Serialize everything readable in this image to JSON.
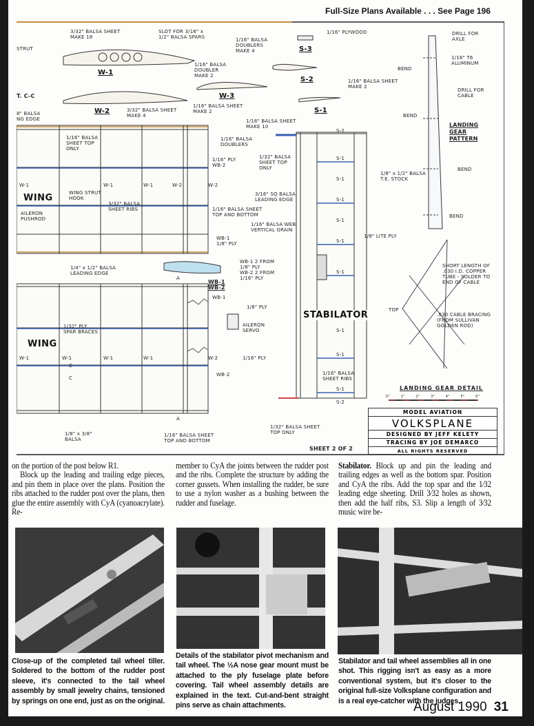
{
  "header": "Full-Size Plans Available . . . See Page 196",
  "plan": {
    "labels": [
      "STRUT",
      "3/32\" BALSA SHEET\nMAKE 18",
      "SLOT FOR 3/16\" x\n1/2\" BALSA SPARS",
      "W-1",
      "1/16\" BALSA\nDOUBLERS\nMAKE 4",
      "1/16\" PLYWOOD",
      "S-3",
      "1/16\" BALSA\nDOUBLER\nMAKE 2",
      "W-3",
      "S-2",
      "1/16\" BALSA SHEET\nMAKE 2",
      "T. C-C",
      "W-2",
      "3/32\" BALSA SHEET\nMAKE 4",
      "1/16\" BALSA SHEET\nMAKE 2",
      "S-1",
      "1/16\" BALSA SHEET\nMAKE 10",
      "BEND",
      "DRILL FOR\nAXLE",
      "1/16\" T6\nALUMINUM",
      "DRILL FOR\nCABLE",
      "BEND",
      "LANDING\nGEAR\nPATTERN",
      "BEND",
      "BEND",
      "8\" BALSA\nNG EDGE",
      "1/16\" BALSA\nSHEET TOP\nONLY",
      "1/16\" BALSA\nDOUBLERS",
      "1/32\" BALSA\nSHEET TOP\nONLY",
      "1/16\" PLY\nWB-2",
      "1/8\" x 1/2\" BALSA\nT.E. STOCK",
      "WING",
      "WING STRUT\nHOOK",
      "3/32\" BALSA\nSHEET RIBS",
      "AILERON\nPUSHROD",
      "3/16\" SQ BALSA\nLEADING EDGE",
      "1/16\" BALSA SHEET\nTOP AND BOTTOM",
      "1/16\" BALSA WEB\nVERTICAL GRAIN",
      "WB-1\n1/8\" PLY",
      "1/8\" LITE PLY",
      "1/4\" x 1/2\" BALSA\nLEADING EDGE",
      "WB-1 2 FROM\n1/8\" PLY\nWB-2 2 FROM\n1/16\" PLY",
      "WB-1\nWB-2",
      "SHORT LENGTH OF\n.030 I.D. COPPER\nTUBE - SOLDER TO\nEND OF CABLE",
      "TOP",
      "WB-1",
      "1/8\" PLY",
      "AILERON\nSERVO",
      "STABILATOR",
      ".030 CABLE BRACING\n(FROM SULLIVAN\nGOLDEN ROD)",
      "WING",
      "1/32\" PLY\nSPAR BRACES",
      "1/16\" PLY",
      "WB-2",
      "1/16\" BALSA\nSHEET RIBS",
      "1/8\" x 3/8\"\nBALSA",
      "1/16\" BALSA SHEET\nTOP AND BOTTOM",
      "1/32\" BALSA SHEET\nTOP ONLY",
      "SHEET 2 OF 2",
      "W-1",
      "W-1",
      "W-1",
      "W-2",
      "W-2",
      "W-1",
      "W-1",
      "W-1",
      "W-1",
      "W-2",
      "S-2",
      "S-1",
      "S-1",
      "S-1",
      "S-1",
      "S-1",
      "S-1",
      "S-1",
      "S-1",
      "S-1",
      "S-2",
      "C",
      "C",
      "A",
      "A",
      "LANDING GEAR DETAIL"
    ],
    "scale_ticks": [
      "0\"",
      "1\"",
      "2\"",
      "3\"",
      "4\"",
      "5\"",
      "6\""
    ],
    "title_block": {
      "magazine": "MODEL AVIATION",
      "name": "VOLKSPLANE",
      "designer": "DESIGNED BY JEFF KELETY",
      "tracer": "TRACING BY JOE DEMARCO",
      "rights": "ALL RIGHTS RESERVED"
    }
  },
  "article": {
    "col1": [
      "on the portion of the post below R1.",
      "Block up the leading and trailing edge pieces, and pin them in place over the plans. Position the ribs attached to the rudder post over the plans, then glue the entire assembly with CyA (cyanoacrylate). Re-"
    ],
    "col2": "member to CyA the joints between the rudder post and the ribs. Complete the structure by adding the corner gussets. When installing the rudder, be sure to use a nylon washer as a bushing between the rudder and fuselage.",
    "col3_head": "Stabilator.",
    "col3": " Block up and pin the leading and trailing edges as well as the bottom spar. Position and CyA the ribs. Add the top spar and the 1⁄32 leading edge sheeting. Drill 3⁄32 holes as shown, then add the half ribs, S3. Slip a length of 3⁄32 music wire be-"
  },
  "captions": [
    "Close-up of the completed tail wheel tiller. Soldered to the bottom of the rudder post sleeve, it's connected to the tail wheel assembly by small jewelry chains, tensioned by springs on one end, just as on the original.",
    "Details of the stabilator pivot mechanism and tail wheel. The ½A nose gear mount must be attached to the ply fuselage plate before covering. Tail wheel assembly details are explained in the text. Cut-and-bent straight pins serve as chain attachments.",
    "Stabilator and tail wheel assemblies all in one shot. This rigging isn't as easy as a more conventional system, but it's closer to the original full-size Volksplane configuration and is a real eye-catcher with the judges."
  ],
  "footer": {
    "issue": "August 1990",
    "page": "31"
  }
}
